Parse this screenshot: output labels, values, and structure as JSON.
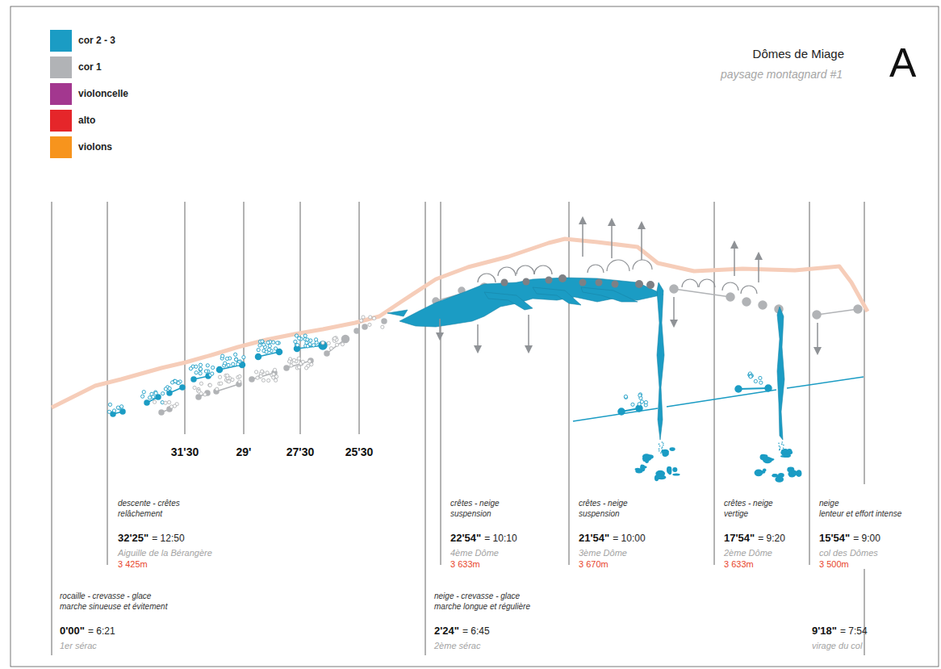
{
  "diagram": {
    "title": "Dômes de Miage",
    "labels": [
      "A",
      "paysage montagnard #1",
      "31'30",
      "29'",
      "27'30",
      "25'30",
      "descente - crêtes",
      "relâchement",
      "32'25\"",
      "= 12:50",
      "Aiguille de la Bérangère",
      "3 425m",
      "crêtes - neige",
      "suspension",
      "22'54\"",
      "= 10:10",
      "4ème Dôme",
      "3 633m",
      "crêtes - neige",
      "suspension",
      "21'54\"",
      "= 10:00",
      "3ème Dôme",
      "3 670m",
      "crêtes - neige",
      "vertige",
      "17'54\"",
      "= 9:20",
      "2ème Dôme",
      "3 633m",
      "neige",
      "lenteur et effort intense",
      "15'54\"",
      "= 9:00",
      "col des Dômes",
      "3 500m",
      "rocaille - crevasse - glace",
      "marche sinueuse et évitement",
      "0'00\"",
      "= 6:21",
      "1er sérac",
      "neige - crevasse - glace",
      "marche longue et régulière",
      "2'24\"",
      "= 6:45",
      "2ème sérac",
      "9'18\"",
      "= 7:54",
      "virage du col"
    ],
    "legend": [
      {
        "text": "cor 2 - 3",
        "color": "#1b9cc4"
      },
      {
        "text": "cor 1",
        "color": "#b1b3b6"
      },
      {
        "text": "violoncelle",
        "color": "#a3378f"
      },
      {
        "text": "alto",
        "color": "#e5262a"
      },
      {
        "text": "violons",
        "color": "#f7941d"
      }
    ]
  }
}
